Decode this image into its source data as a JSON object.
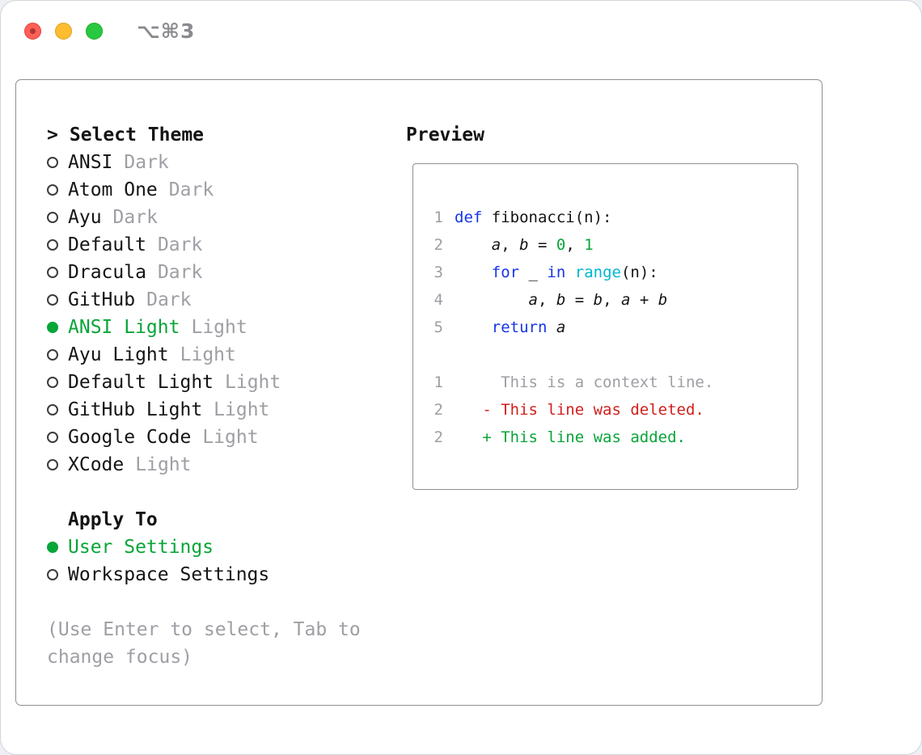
{
  "window": {
    "title": "⌥⌘3"
  },
  "colors": {
    "red_light": "#ff5f57",
    "yellow_light": "#febc2e",
    "green_light": "#28c840",
    "green": "#08a538",
    "blue": "#1434e8",
    "cyan": "#00b6d0",
    "red": "#d21f1c",
    "gray": "#9e9ea4",
    "text": "#141414",
    "border": "#8e8e93"
  },
  "theme_selector": {
    "prompt": ">",
    "heading": "Select Theme",
    "items": [
      {
        "name": "ANSI",
        "variant": "Dark",
        "selected": false
      },
      {
        "name": "Atom One",
        "variant": "Dark",
        "selected": false
      },
      {
        "name": "Ayu",
        "variant": "Dark",
        "selected": false
      },
      {
        "name": "Default",
        "variant": "Dark",
        "selected": false
      },
      {
        "name": "Dracula",
        "variant": "Dark",
        "selected": false
      },
      {
        "name": "GitHub",
        "variant": "Dark",
        "selected": false
      },
      {
        "name": "ANSI Light",
        "variant": "Light",
        "selected": true
      },
      {
        "name": "Ayu Light",
        "variant": "Light",
        "selected": false
      },
      {
        "name": "Default Light",
        "variant": "Light",
        "selected": false
      },
      {
        "name": "GitHub Light",
        "variant": "Light",
        "selected": false
      },
      {
        "name": "Google Code",
        "variant": "Light",
        "selected": false
      },
      {
        "name": "XCode",
        "variant": "Light",
        "selected": false
      }
    ]
  },
  "apply_to": {
    "heading": "Apply To",
    "options": [
      {
        "label": "User Settings",
        "selected": true
      },
      {
        "label": "Workspace Settings",
        "selected": false
      }
    ]
  },
  "hint_lines": [
    "(Use Enter to select, Tab to",
    "change focus)"
  ],
  "preview": {
    "heading": "Preview",
    "code_lines": [
      {
        "num": "1",
        "tokens": [
          {
            "t": "def",
            "s": "kw"
          },
          {
            "t": " fibonacci(n):",
            "s": "p"
          }
        ]
      },
      {
        "num": "2",
        "tokens": [
          {
            "t": "    ",
            "s": "p"
          },
          {
            "t": "a",
            "s": "v"
          },
          {
            "t": ", ",
            "s": "p"
          },
          {
            "t": "b",
            "s": "v"
          },
          {
            "t": " = ",
            "s": "p"
          },
          {
            "t": "0",
            "s": "n"
          },
          {
            "t": ", ",
            "s": "p"
          },
          {
            "t": "1",
            "s": "n"
          }
        ]
      },
      {
        "num": "3",
        "tokens": [
          {
            "t": "    ",
            "s": "p"
          },
          {
            "t": "for",
            "s": "kw"
          },
          {
            "t": " _ ",
            "s": "p"
          },
          {
            "t": "in",
            "s": "kw"
          },
          {
            "t": " ",
            "s": "p"
          },
          {
            "t": "range",
            "s": "bi"
          },
          {
            "t": "(n):",
            "s": "p"
          }
        ]
      },
      {
        "num": "4",
        "tokens": [
          {
            "t": "        ",
            "s": "p"
          },
          {
            "t": "a",
            "s": "v"
          },
          {
            "t": ", ",
            "s": "p"
          },
          {
            "t": "b",
            "s": "v"
          },
          {
            "t": " = ",
            "s": "p"
          },
          {
            "t": "b",
            "s": "v"
          },
          {
            "t": ", ",
            "s": "p"
          },
          {
            "t": "a",
            "s": "v"
          },
          {
            "t": " + ",
            "s": "p"
          },
          {
            "t": "b",
            "s": "v"
          }
        ]
      },
      {
        "num": "5",
        "tokens": [
          {
            "t": "    ",
            "s": "p"
          },
          {
            "t": "return",
            "s": "kw"
          },
          {
            "t": " ",
            "s": "p"
          },
          {
            "t": "a",
            "s": "v"
          }
        ]
      }
    ],
    "diff_lines": [
      {
        "num": "1",
        "sign": " ",
        "text": "This is a context line.",
        "kind": "context"
      },
      {
        "num": "2",
        "sign": "-",
        "text": "This line was deleted.",
        "kind": "deleted"
      },
      {
        "num": "2",
        "sign": "+",
        "text": "This line was added.",
        "kind": "added"
      }
    ]
  }
}
